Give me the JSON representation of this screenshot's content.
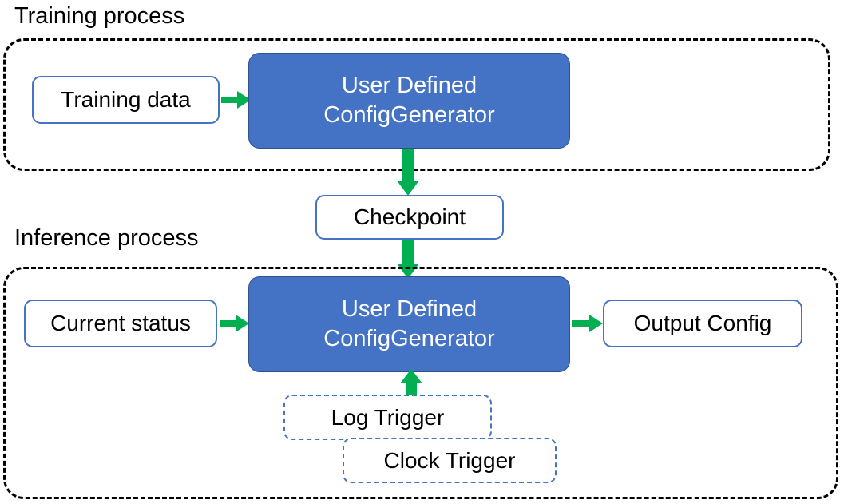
{
  "diagram": {
    "title_training": "Training process",
    "title_inference": "Inference process",
    "accent_blue": "#4472C4",
    "accent_blue_dark": "#2F528F",
    "accent_green": "#00B050",
    "container_border": "#000000",
    "box_bg": "#FFFFFF",
    "text_dark": "#000000",
    "text_light": "#FFFFFF"
  },
  "training": {
    "group_label": "Training process",
    "input_box": "Training data",
    "processor_line1": "User Defined",
    "processor_line2": "ConfigGenerator"
  },
  "middle": {
    "checkpoint": "Checkpoint"
  },
  "inference": {
    "group_label": "Inference process",
    "input_box": "Current status",
    "processor_line1": "User Defined",
    "processor_line2": "ConfigGenerator",
    "output_box": "Output Config",
    "trigger_log": "Log Trigger",
    "trigger_clock": "Clock Trigger"
  },
  "arrows": [
    {
      "name": "training-data-to-generator",
      "direction": "right"
    },
    {
      "name": "training-generator-to-checkpoint",
      "direction": "down"
    },
    {
      "name": "checkpoint-to-inference-generator",
      "direction": "down"
    },
    {
      "name": "current-status-to-generator",
      "direction": "right"
    },
    {
      "name": "generator-to-output-config",
      "direction": "right"
    },
    {
      "name": "triggers-to-generator",
      "direction": "up"
    }
  ]
}
